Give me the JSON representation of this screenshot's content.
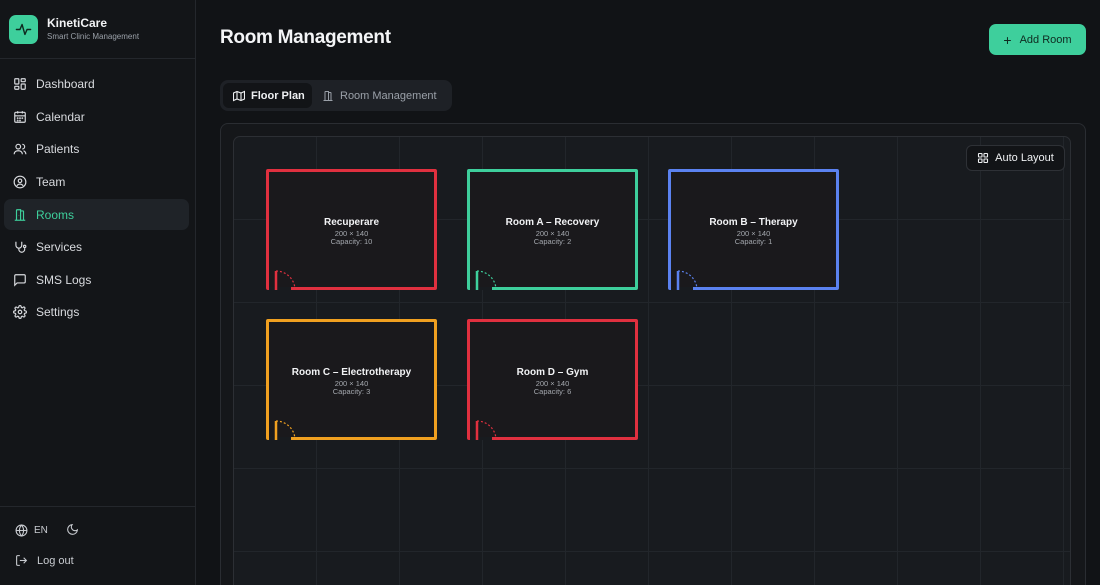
{
  "brand": {
    "name": "KinetiCare",
    "subtitle": "Smart Clinic Management"
  },
  "nav": [
    {
      "label": "Dashboard",
      "icon": "dashboard-icon"
    },
    {
      "label": "Calendar",
      "icon": "calendar-icon"
    },
    {
      "label": "Patients",
      "icon": "users-icon"
    },
    {
      "label": "Team",
      "icon": "user-circle-icon"
    },
    {
      "label": "Rooms",
      "icon": "door-icon",
      "active": true
    },
    {
      "label": "Services",
      "icon": "stethoscope-icon"
    },
    {
      "label": "SMS Logs",
      "icon": "message-icon"
    },
    {
      "label": "Settings",
      "icon": "gear-icon"
    }
  ],
  "footer": {
    "language": "EN",
    "logout": "Log out"
  },
  "page": {
    "title": "Room Management",
    "add_button": "Add Room"
  },
  "tabs": {
    "floor_plan": "Floor Plan",
    "room_management": "Room Management"
  },
  "canvas": {
    "auto_layout": "Auto Layout"
  },
  "colors": {
    "accent": "#3ecf9c",
    "red": "#e0303f",
    "teal": "#3ecf9c",
    "blue": "#5b82f0",
    "orange": "#f0a020"
  },
  "rooms": [
    {
      "name": "Recuperare",
      "size": "200 × 140",
      "capacity": "Capacity: 10",
      "color": "#e0303f"
    },
    {
      "name": "Room A – Recovery",
      "size": "200 × 140",
      "capacity": "Capacity: 2",
      "color": "#3ecf9c"
    },
    {
      "name": "Room B – Therapy",
      "size": "200 × 140",
      "capacity": "Capacity: 1",
      "color": "#5b82f0"
    },
    {
      "name": "Room C – Electrotherapy",
      "size": "200 × 140",
      "capacity": "Capacity: 3",
      "color": "#f0a020"
    },
    {
      "name": "Room D – Gym",
      "size": "200 × 140",
      "capacity": "Capacity: 6",
      "color": "#e0303f"
    }
  ]
}
